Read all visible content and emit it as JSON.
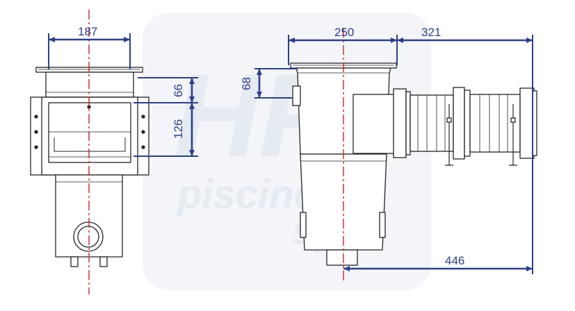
{
  "watermark": {
    "logo_letters": "HP",
    "line1": "piscines",
    "ampersand": "&",
    "line2": "spas"
  },
  "colors": {
    "dimension": "#2a3f8f",
    "axis": "#d62020",
    "outline": "#222222",
    "watermark": "#e6eaf1"
  },
  "dimensions": {
    "front_width": "187",
    "front_upper_height": "66",
    "front_window_height": "126",
    "side_width": "250",
    "side_extension": "321",
    "side_offset": "68",
    "side_total": "446"
  }
}
